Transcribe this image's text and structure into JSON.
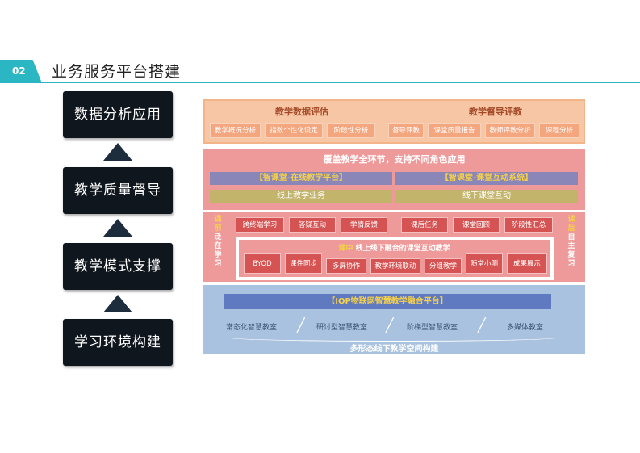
{
  "header": {
    "number": "02",
    "title": "业务服务平台搭建"
  },
  "left": {
    "boxes": [
      "数据分析应用",
      "教学质量督导",
      "教学模式支撑",
      "学习环境构建"
    ]
  },
  "top": {
    "title_left": "教学数据评估",
    "title_right": "教学督导评教",
    "items": [
      "教学概况分析",
      "指数个性化设定",
      "阶段性分析",
      "督导评教",
      "课堂质量报告",
      "教师评教分析",
      "课程分析"
    ]
  },
  "mid1": {
    "title": "覆盖教学全环节，支持不同角色应用",
    "band_left": "【智课堂-在线教学平台】",
    "band_right": "【智课堂-课堂互动系统】",
    "sub_left": "线上教学业务",
    "sub_right": "线下课堂互动"
  },
  "mid2": {
    "left_label_accent": "课前",
    "left_label": "泛在学习",
    "right_label_accent": "课后",
    "right_label": "自主复习",
    "row1": [
      "跨终端学习",
      "答疑互动",
      "学情反馈",
      "课后任务",
      "课堂回顾",
      "阶段性汇总"
    ],
    "inner_title_accent": "课中",
    "inner_title": "线上线下融合的课堂互动教学",
    "row2": [
      "BYOD",
      "课件同步",
      "多屏协作",
      "教学环境联动",
      "分组教学",
      "随堂小测",
      "成果展示"
    ]
  },
  "bottom": {
    "band": "【IOP物联网智慧教学融合平台】",
    "items": [
      "常态化智慧教室",
      "研讨型智慧教室",
      "阶梯型智慧教室",
      "多媒体教室"
    ],
    "caption": "多形态线下教学空间构建"
  }
}
